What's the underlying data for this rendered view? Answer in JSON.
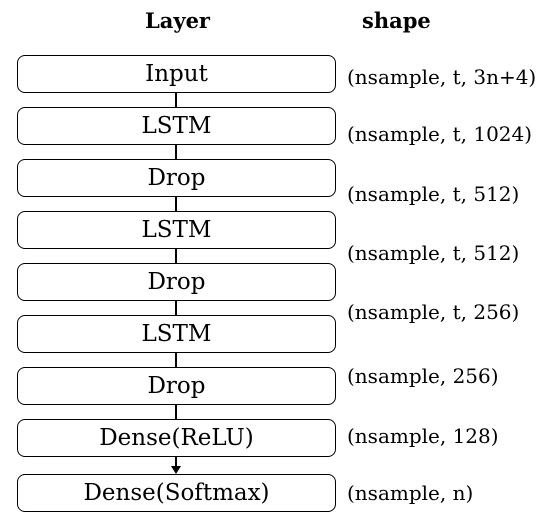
{
  "headers": {
    "layer": "Layer",
    "shape": "shape"
  },
  "layers": [
    {
      "label": "Input",
      "shape": "(nsample, t, 3n+4)"
    },
    {
      "label": "LSTM",
      "shape": "(nsample, t, 1024)"
    },
    {
      "label": "Drop",
      "shape": "(nsample, t, 512)"
    },
    {
      "label": "LSTM",
      "shape": "(nsample, t, 512)"
    },
    {
      "label": "Drop",
      "shape": "(nsample, t, 256)"
    },
    {
      "label": "LSTM",
      "shape": "(nsample, 256)"
    },
    {
      "label": "Drop",
      "shape": "(nsample, 128)"
    },
    {
      "label": "Dense(ReLU)",
      "shape": "(nsample, n)"
    },
    {
      "label": "Dense(Softmax)"
    }
  ]
}
